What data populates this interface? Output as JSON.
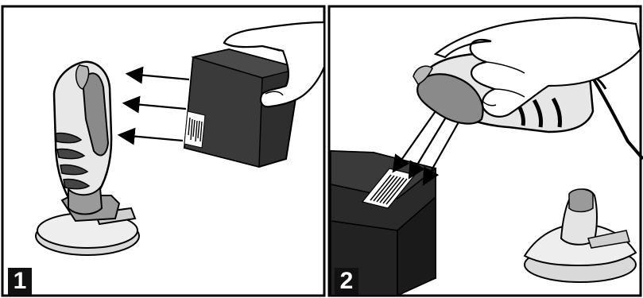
{
  "panels": [
    {
      "step": "1",
      "scene": "presentation-scanner-on-stand"
    },
    {
      "step": "2",
      "scene": "handheld-scanning-of-box-label"
    }
  ],
  "colors": {
    "frame": "#000000",
    "box": "#3a3a3a",
    "box_side": "#222222",
    "scanner_body": "#e6e6e6",
    "scanner_head": "#8a8a8a",
    "label_badge": "#111111"
  },
  "icons": [
    "scanner-icon",
    "hand-icon",
    "package-icon",
    "barcode-icon",
    "scan-arrow-icon",
    "stand-base-icon",
    "cable-icon"
  ]
}
